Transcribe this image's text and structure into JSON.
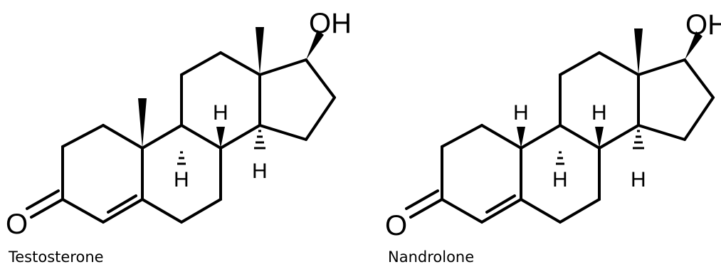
{
  "molecules": [
    {
      "name": "Testosterone",
      "atom_labels": {
        "oxygen_ketone": "O",
        "hydroxyl": "OH",
        "hydrogen": "H"
      }
    },
    {
      "name": "Nandrolone",
      "atom_labels": {
        "oxygen_ketone": "O",
        "hydroxyl": "OH",
        "hydrogen": "H"
      }
    }
  ]
}
